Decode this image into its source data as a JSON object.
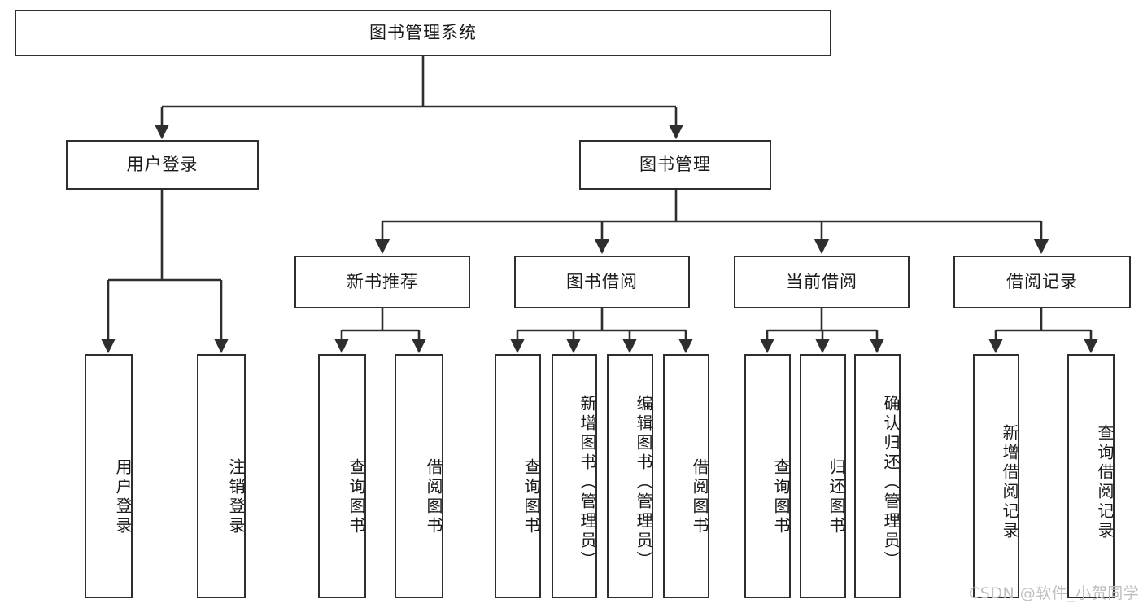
{
  "diagram": {
    "type": "tree",
    "title": "图书管理系统",
    "background_color": "#ffffff",
    "line_color": "#2e2e2e",
    "text_color": "#1a1a1a"
  },
  "root": {
    "label": "图书管理系统"
  },
  "level1": [
    {
      "label": "用户登录"
    },
    {
      "label": "图书管理"
    }
  ],
  "level2": [
    {
      "label": "新书推荐"
    },
    {
      "label": "图书借阅"
    },
    {
      "label": "当前借阅"
    },
    {
      "label": "借阅记录"
    }
  ],
  "leaves": {
    "user_login": [
      {
        "label": "用户登录"
      },
      {
        "label": "注销登录"
      }
    ],
    "new_book_recommend": [
      {
        "label": "查询图书"
      },
      {
        "label": "借阅图书"
      }
    ],
    "book_borrow": [
      {
        "label": "查询图书"
      },
      {
        "label": "新增图书（管理员）"
      },
      {
        "label": "编辑图书（管理员）"
      },
      {
        "label": "借阅图书"
      }
    ],
    "current_borrow": [
      {
        "label": "查询图书"
      },
      {
        "label": "归还图书"
      },
      {
        "label": "确认归还（管理员）"
      }
    ],
    "borrow_record": [
      {
        "label": "新增借阅记录"
      },
      {
        "label": "查询借阅记录"
      }
    ]
  },
  "watermark": {
    "text": "CSDN @软件_小贺同学"
  }
}
